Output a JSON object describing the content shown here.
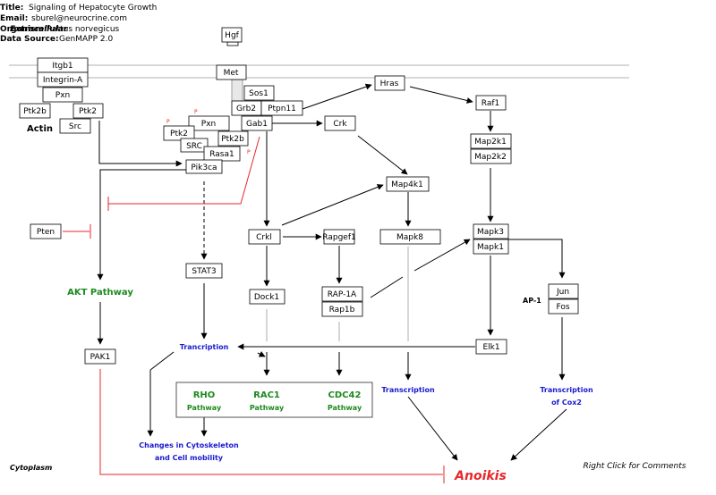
{
  "header": {
    "title_label": "Title:",
    "title_value": "Signaling of Hepatocyte Growth",
    "email_label": "Email:",
    "email_value": "sburel@neurocrine.com",
    "organism_label": "Organism:",
    "organism_value": "Rattus norvegicus",
    "source_label": "Data Source:",
    "source_value": "GenMAPP 2.0"
  },
  "regions": {
    "extracellular": "Extracellular",
    "cytoplasm": "Cytoplasm"
  },
  "genes": {
    "hgf": "Hgf",
    "met": "Met",
    "itgb1": "Itgb1",
    "integrin_a": "Integrin-A",
    "pxn_left": "Pxn",
    "ptk2b_left": "Ptk2b",
    "ptk2_left": "Ptk2",
    "src_left": "Src",
    "sos1": "Sos1",
    "grb2": "Grb2",
    "ptpn11": "Ptpn11",
    "gab1": "Gab1",
    "pxn_mid": "Pxn",
    "ptk2_mid": "Ptk2",
    "src_mid": "SRC",
    "ptk2b_mid": "Ptk2b",
    "rasa1": "Rasa1",
    "pik3ca": "Pik3ca",
    "crk": "Crk",
    "hras": "Hras",
    "raf1": "Raf1",
    "map2k1": "Map2k1",
    "map2k2": "Map2k2",
    "map4k1": "Map4k1",
    "mapk8": "Mapk8",
    "mapk3": "Mapk3",
    "mapk1": "Mapk1",
    "crkl": "Crkl",
    "rapgef1": "Rapgef1",
    "dock1": "Dock1",
    "rap_1a": "RAP-1A",
    "rap1b": "Rap1b",
    "stat3": "STAT3",
    "pten": "Pten",
    "pak1": "PAK1",
    "elk1": "Elk1",
    "jun": "Jun",
    "fos": "Fos"
  },
  "labels": {
    "actin": "Actin",
    "ap1": "AP-1",
    "akt_pathway": "AKT Pathway",
    "transcription_mid": "Trancription",
    "transcription_right": "Transcription",
    "transcription_cox2_l1": "Transcription",
    "transcription_cox2_l2": "of Cox2",
    "rho": "RHO",
    "rac1": "RAC1",
    "cdc42": "CDC42",
    "pathway": "Pathway",
    "cyto_l1": "Changes in Cytoskeleton",
    "cyto_l2": "and Cell mobility",
    "anoikis": "Anoikis",
    "comment": "Right Click for Comments",
    "phospho": "P"
  },
  "colors": {
    "inhibition": "#e8262b",
    "pathway_green": "#1e8a1e",
    "process_blue": "#1a1ad0",
    "anoikis_red": "#e8262b"
  }
}
